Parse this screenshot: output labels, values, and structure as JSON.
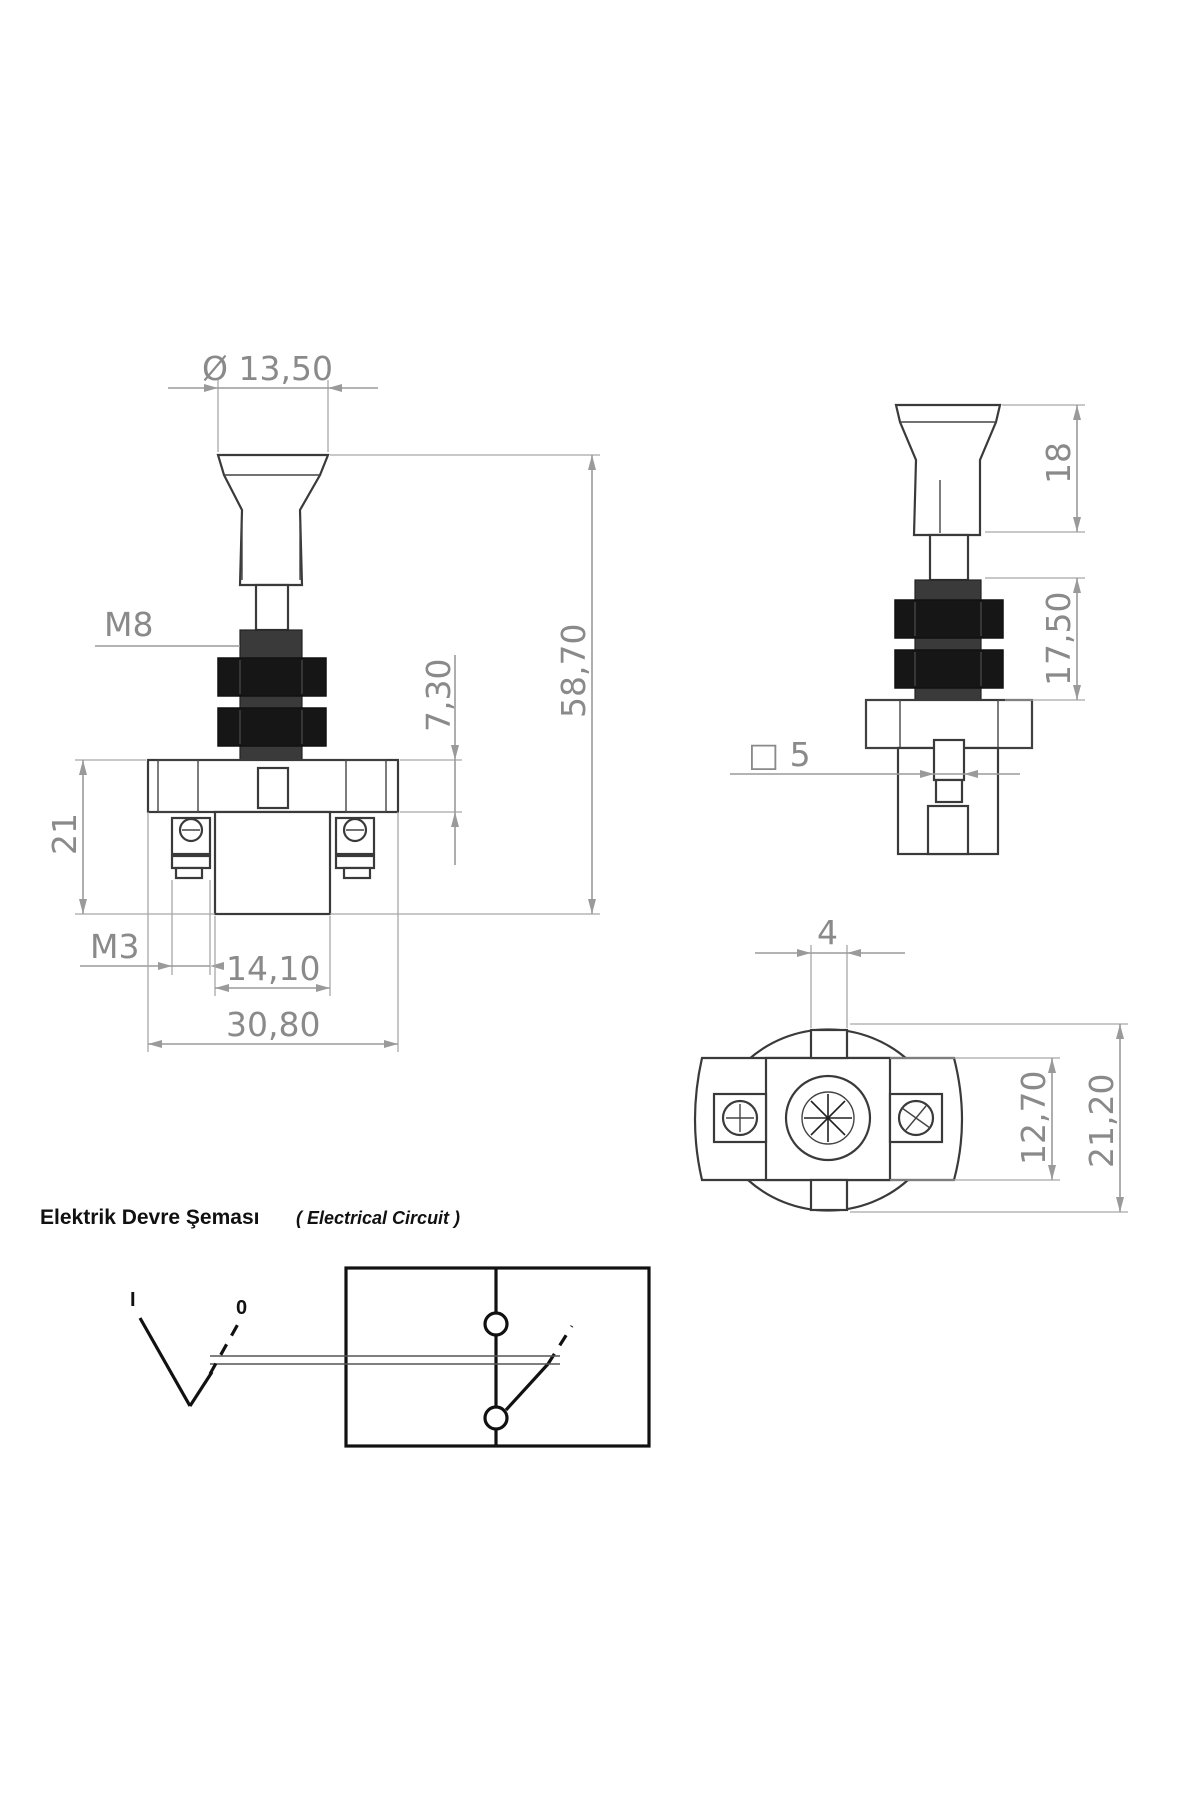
{
  "front_view": {
    "dia_head": "Ø 13,50",
    "thread": "M8",
    "height_total": "58,70",
    "nut_offset": "7,30",
    "height_body": "21",
    "screw": "M3",
    "width_inner": "14,10",
    "width_total": "30,80"
  },
  "side_view": {
    "head_height": "18",
    "nut_height": "17,50",
    "square": "□ 5"
  },
  "bottom_view": {
    "slot": "4",
    "inner_height": "12,70",
    "outer_height": "21,20"
  },
  "circuit": {
    "title_tr": "Elektrik Devre Şeması",
    "title_en": "( Electrical Circuit )",
    "pos_on": "I",
    "pos_off": "0"
  }
}
